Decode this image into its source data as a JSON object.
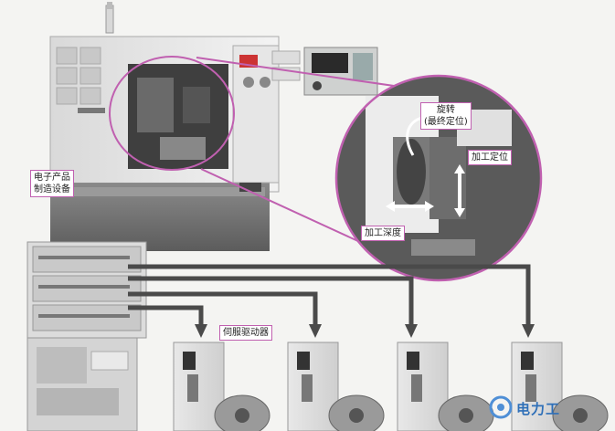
{
  "labels": {
    "machine": "电子产品\n制造设备",
    "rotation": "旋转\n(最终定位)",
    "positioning": "加工定位",
    "depth": "加工深度",
    "servo_drive": "伺服驱动器"
  },
  "watermark": {
    "text": "电力工"
  },
  "colors": {
    "callout": "#c060b0",
    "wire": "#4a4a4a"
  }
}
